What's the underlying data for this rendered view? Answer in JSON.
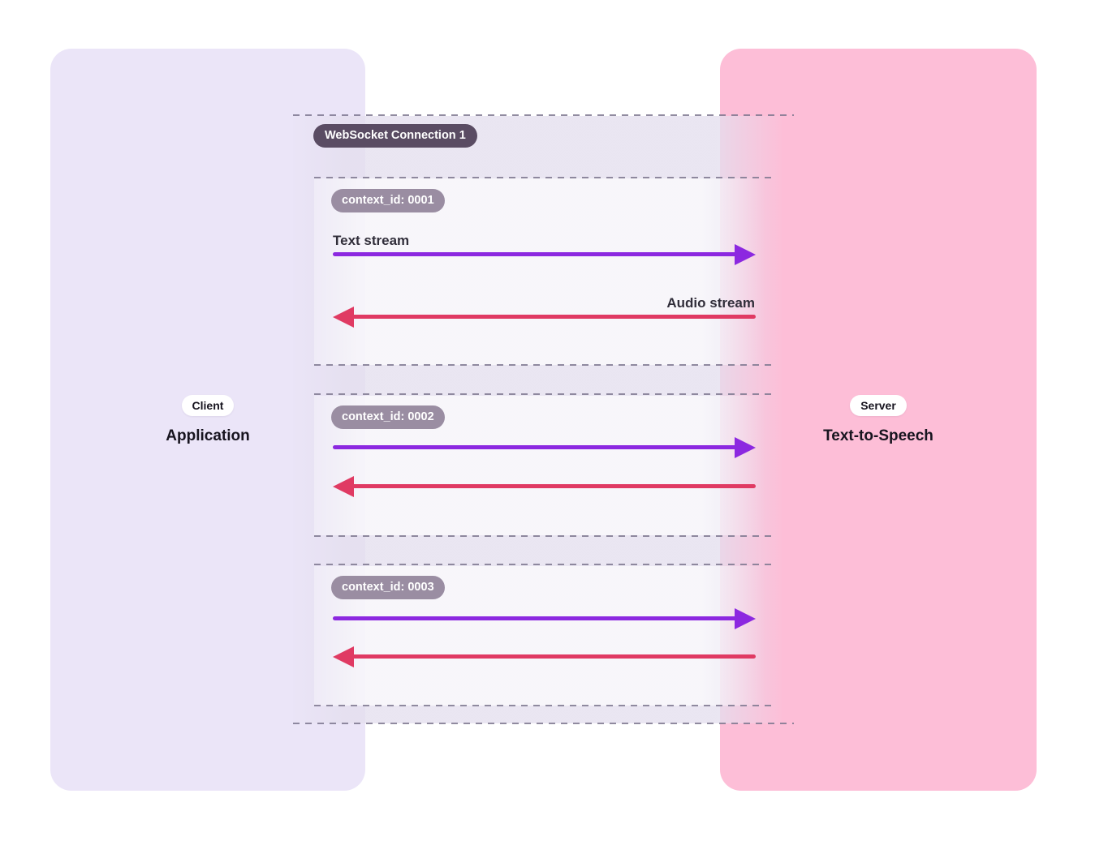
{
  "diagram": {
    "client": {
      "badge": "Client",
      "title": "Application"
    },
    "server": {
      "badge": "Server",
      "title": "Text-to-Speech"
    },
    "connection": {
      "label": "WebSocket Connection 1"
    },
    "contexts": [
      {
        "id_label": "context_id: 0001",
        "text_stream_label": "Text stream",
        "audio_stream_label": "Audio stream"
      },
      {
        "id_label": "context_id: 0002"
      },
      {
        "id_label": "context_id: 0003"
      }
    ],
    "colors": {
      "client_bg": "#EBE5F8",
      "server_bg": "#FDBED7",
      "band_tint": "#E4DFEE",
      "dash": "#7E7890",
      "ws_pill_bg": "#5A4C63",
      "ctx_pill_bg": "#9A8DA2",
      "pill_text": "#FFFFFF",
      "text_stream_arrow": "#8C28E0",
      "audio_stream_arrow": "#E03A63",
      "label_text": "#312E3A",
      "title_text": "#17141F"
    }
  }
}
